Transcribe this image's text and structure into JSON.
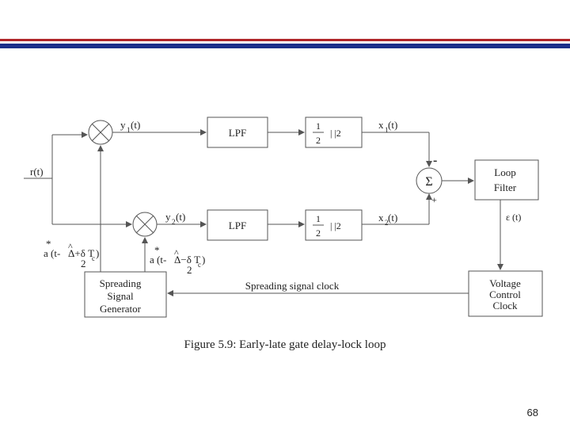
{
  "colors": {
    "rule_red": "#b0262a",
    "rule_blue": "#1c2f8a",
    "line": "#555555"
  },
  "diagram": {
    "input_label": "r(t)",
    "y1_label": "y",
    "y1_sub": "1",
    "y1_arg": "(t)",
    "y2_label": "y",
    "y2_sub": "2",
    "y2_arg": "(t)",
    "lpf_top": "LPF",
    "lpf_bottom": "LPF",
    "sq_top_num": "1",
    "sq_top_den": "2",
    "sq_top_abs": "| |2",
    "sq_bottom_num": "1",
    "sq_bottom_den": "2",
    "sq_bottom_abs": "| |2",
    "x1_label": "x",
    "x1_sub": "1",
    "x1_arg": "(t)",
    "x2_label": "x",
    "x2_sub": "2",
    "x2_arg": "(t)",
    "sum_symbol": "Σ",
    "sum_minus": "-",
    "sum_plus": "+",
    "loop_filter_line1": "Loop",
    "loop_filter_line2": "Filter",
    "error_label": "ε (t)",
    "vcc_line1": "Voltage",
    "vcc_line2": "Control",
    "vcc_line3": "Clock",
    "clock_label": "Spreading signal clock",
    "ssg_line1": "Spreading",
    "ssg_line2": "Signal",
    "ssg_line3": "Generator",
    "early_star": "*",
    "early_a": "a (t-",
    "early_hat": "^",
    "early_expr": "Δ+δ T",
    "early_sub": "c",
    "early_close": ")",
    "early_den": "2",
    "late_star": "*",
    "late_a": "a (t-",
    "late_hat": "^",
    "late_expr": "Δ−δ T",
    "late_sub": "c",
    "late_close": ")",
    "late_den": "2"
  },
  "caption": "Figure 5.9: Early-late gate delay-lock loop",
  "page_number": "68"
}
